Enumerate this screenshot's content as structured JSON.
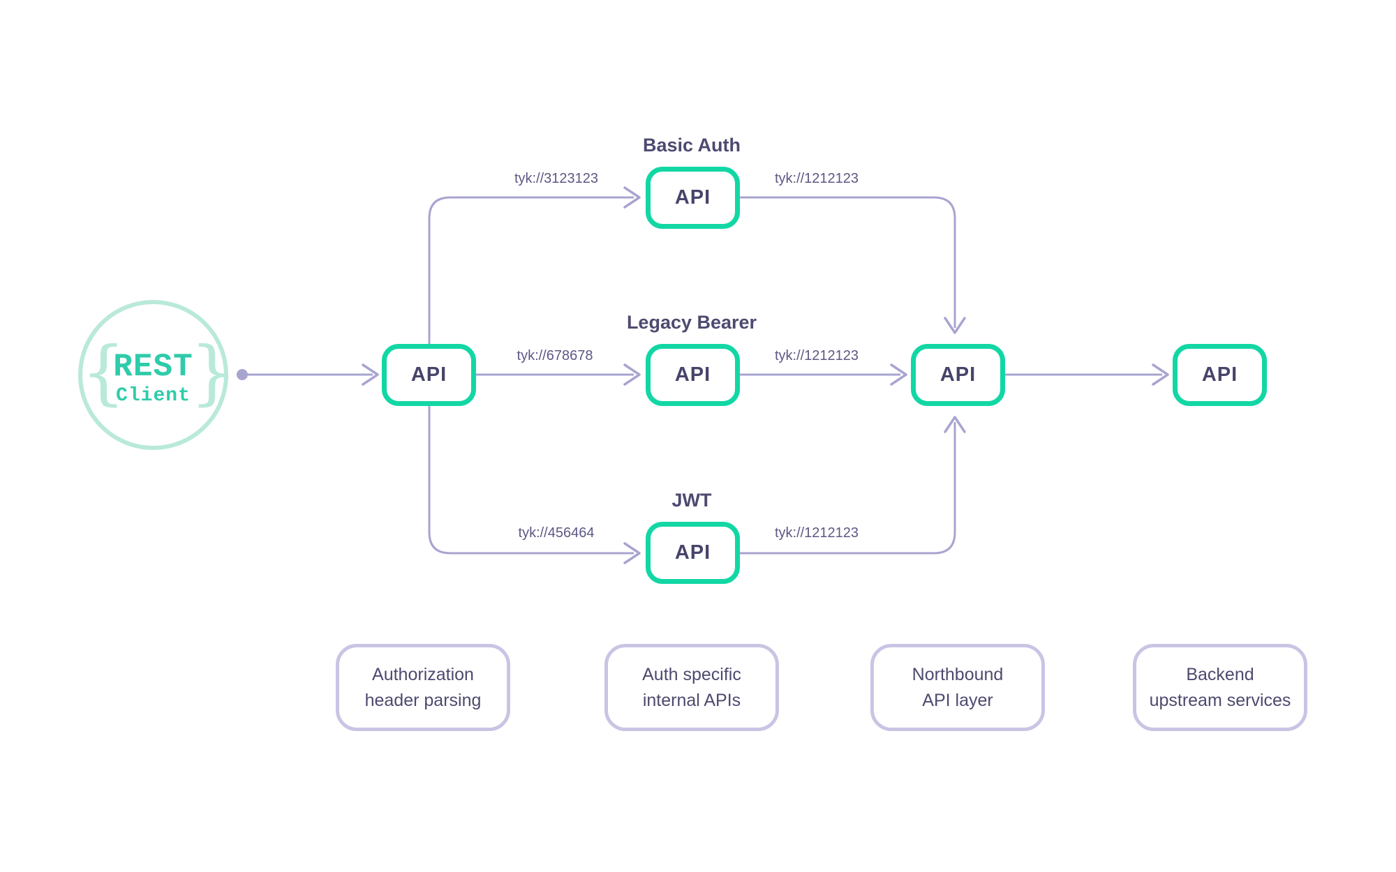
{
  "colors": {
    "node_border": "#12d7a4",
    "client_accent": "#2fcbaa",
    "client_ring": "#b9e9d9",
    "connector": "#a8a4d0",
    "heading_text": "#4d4a70",
    "node_text": "#47446a",
    "edge_label_text": "#5c5884",
    "legend_border": "#c8c5e4",
    "legend_text": "#4d4a6e",
    "background": "#ffffff"
  },
  "client": {
    "title": "REST",
    "subtitle": "Client",
    "brace_left": "{",
    "brace_right": "}"
  },
  "nodes": {
    "gateway": {
      "label": "API"
    },
    "basic": {
      "label": "API",
      "title": "Basic Auth"
    },
    "legacy": {
      "label": "API",
      "title": "Legacy Bearer"
    },
    "jwt": {
      "label": "API",
      "title": "JWT"
    },
    "northbound": {
      "label": "API"
    },
    "backend": {
      "label": "API"
    }
  },
  "edges": {
    "basic_in": "tyk://3123123",
    "legacy_in": "tyk://678678",
    "jwt_in": "tyk://456464",
    "basic_out": "tyk://1212123",
    "legacy_out": "tyk://1212123",
    "jwt_out": "tyk://1212123"
  },
  "legend": [
    {
      "line1": "Authorization",
      "line2": "header parsing"
    },
    {
      "line1": "Auth specific",
      "line2": "internal APIs"
    },
    {
      "line1": "Northbound",
      "line2": "API layer"
    },
    {
      "line1": "Backend",
      "line2": "upstream services"
    }
  ]
}
